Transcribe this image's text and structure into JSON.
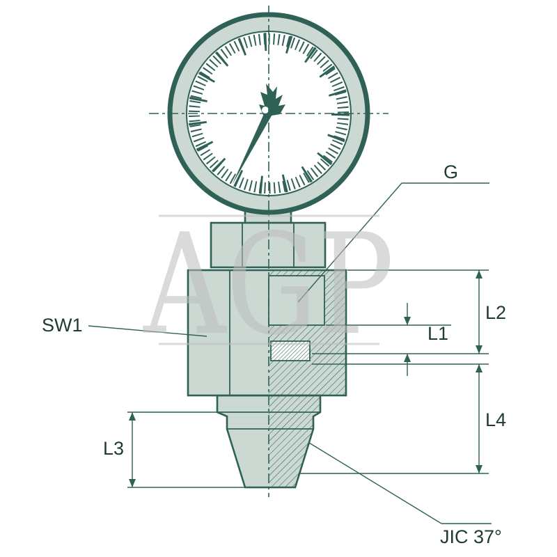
{
  "diagram": {
    "type": "technical-drawing",
    "subject": "pressure-gauge-adapter-fitting",
    "watermark": "AGP",
    "labels": {
      "thread": "G",
      "wrench_size": "SW1",
      "l1": "L1",
      "l2": "L2",
      "l3": "L3",
      "l4": "L4",
      "fitting": "JIC 37°"
    },
    "colors": {
      "line": "#2f6156",
      "fill": "#ccd8d2",
      "face": "#ffffff",
      "text": "#1d3a33",
      "watermark": "#bdbdbd",
      "background": "#ffffff"
    }
  }
}
